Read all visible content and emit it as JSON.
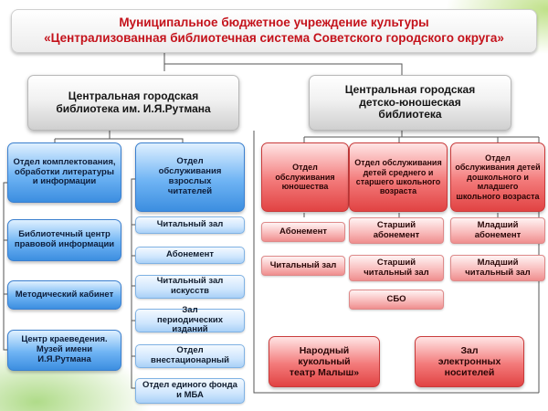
{
  "header": {
    "line1": "Муниципальное бюджетное учреждение культуры",
    "line2": "«Централизованная библиотечная система Советского городского округа»"
  },
  "central_library": {
    "title": "Центральная городская библиотека им. И.Я.Рутмана",
    "left_departments": [
      "Отдел комплектования, обработки литературы и информации",
      "Библиотечный центр правовой информации",
      "Методический кабинет",
      "Центр краеведения. Музей имени И.Я.Рутмана"
    ],
    "adult_service": {
      "title": "Отдел обслуживания взрослых читателей",
      "units": [
        "Читальный зал",
        "Абонемент",
        "Читальный зал искусств",
        "Зал периодических изданий",
        "Отдел внестационарный",
        "Отдел единого фонда и МБА"
      ]
    }
  },
  "youth_library": {
    "title": "Центральная городская детско-юношеская библиотека",
    "departments": [
      {
        "title": "Отдел обслуживания юношества",
        "units": [
          "Абонемент",
          "Читальный зал"
        ]
      },
      {
        "title": "Отдел обслуживания детей среднего и старшего школьного возраста",
        "units": [
          "Старший абонемент",
          "Старший читальный зал",
          "СБО"
        ]
      },
      {
        "title": "Отдел обслуживания детей дошкольного и младшего школьного возраста",
        "units": [
          "Младший абонемент",
          "Младший читальный зал"
        ]
      }
    ],
    "extra": [
      "Народный кукольный театр Малыш»",
      "Зал электронных носителей"
    ]
  },
  "colors": {
    "title_text": "#c4121b",
    "blue_box": "#4a97e6",
    "blue_light_box": "#cfe6fd",
    "red_box": "#e65555",
    "red_light_box": "#f6aaaa",
    "connector": "#555555"
  }
}
